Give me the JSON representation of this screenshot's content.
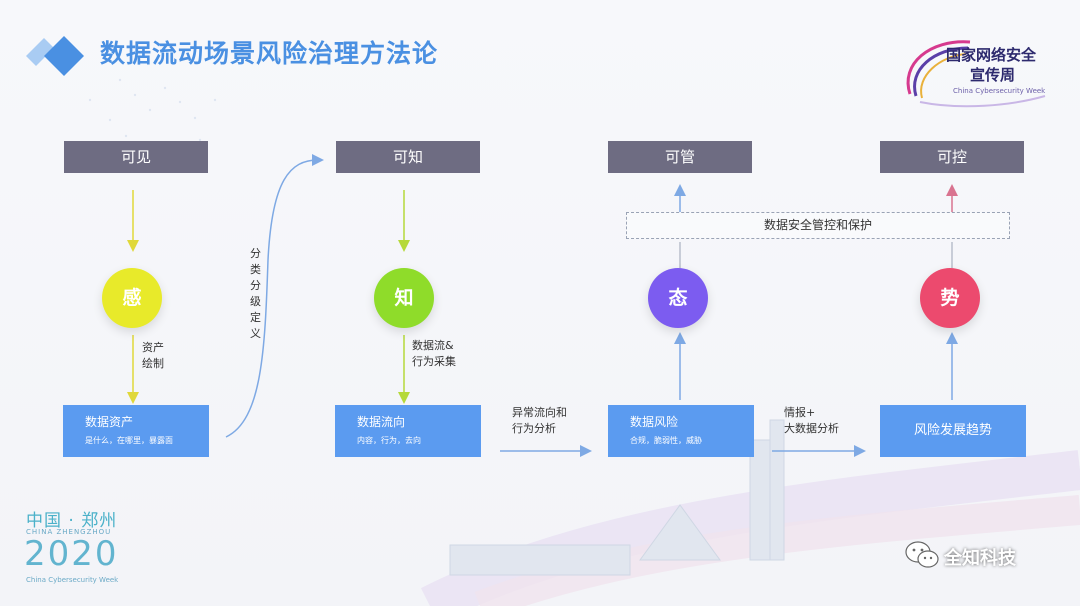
{
  "title": "数据流动场景风险治理方法论",
  "logo": {
    "title": "国家网络安全",
    "subtitle": "宣传周",
    "english": "China Cybersecurity Week"
  },
  "stages": [
    "可见",
    "可知",
    "可管",
    "可控"
  ],
  "circles": [
    {
      "label": "感",
      "color": "#e8ea2a"
    },
    {
      "label": "知",
      "color": "#8fdc2a"
    },
    {
      "label": "态",
      "color": "#7c5cf0"
    },
    {
      "label": "势",
      "color": "#ec4a6e"
    }
  ],
  "boxes": [
    {
      "title": "数据资产",
      "sub": "是什么，在哪里，暴露面"
    },
    {
      "title": "数据流向",
      "sub": "内容，行为，去向"
    },
    {
      "title": "数据风险",
      "sub": "合规，脆弱性，威胁"
    },
    {
      "title": "风险发展趋势"
    }
  ],
  "labels": {
    "asset_draw": "资产\n绘制",
    "classify": "分类分级定义",
    "flow_collect": "数据流&\n行为采集",
    "anomaly": "异常流向和\n行为分析",
    "intel": "情报+\n大数据分析",
    "security_mgmt": "数据安全管控和保护"
  },
  "event": {
    "cn": "中国 · 郑州",
    "en1": "CHINA ZHENGZHOU",
    "year": "2020",
    "en2": "China Cybersecurity Week"
  },
  "watermark": "全知科技",
  "colors": {
    "title": "#4a90e2",
    "stage": "#6e6c82",
    "box": "#5b9bf0"
  }
}
